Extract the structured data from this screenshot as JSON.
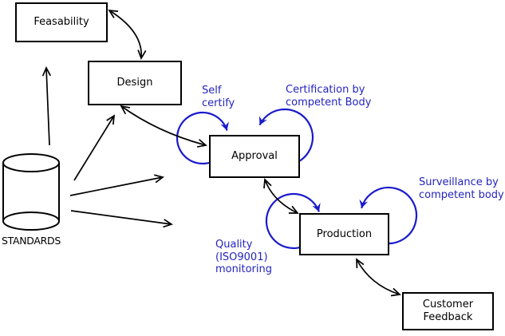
{
  "diagram": {
    "title": "Product lifecycle standards diagram",
    "colors": {
      "line": "#000000",
      "annotation_blue": "#2424bd",
      "loop_blue": "#1a1acc",
      "background": "#ffffff"
    },
    "nodes": {
      "feasability": {
        "label": "Feasability"
      },
      "design": {
        "label": "Design"
      },
      "approval": {
        "label": "Approval"
      },
      "production": {
        "label": "Production"
      },
      "customer_feedback": {
        "lines": [
          "Customer",
          "Feedback"
        ]
      },
      "standards": {
        "label": "STANDARDS",
        "shape": "cylinder"
      }
    },
    "annotations": {
      "self_certify": {
        "lines": [
          "Self",
          "certify"
        ]
      },
      "certification": {
        "lines": [
          "Certification by",
          "competent Body"
        ]
      },
      "surveillance": {
        "lines": [
          "Surveillance by",
          "competent body"
        ]
      },
      "quality": {
        "lines": [
          "Quality",
          "(ISO9001)",
          "monitoring"
        ]
      }
    },
    "edges": [
      {
        "from": "standards",
        "to": "feasability",
        "style": "single-arrow"
      },
      {
        "from": "standards",
        "to": "design",
        "style": "single-arrow"
      },
      {
        "from": "standards",
        "to": "approval",
        "style": "single-arrow"
      },
      {
        "from": "standards",
        "to": "production",
        "style": "single-arrow"
      },
      {
        "from": "feasability",
        "to": "design",
        "style": "double-arrow"
      },
      {
        "from": "design",
        "to": "approval",
        "style": "double-arrow"
      },
      {
        "from": "approval",
        "to": "production",
        "style": "double-arrow"
      },
      {
        "from": "production",
        "to": "customer_feedback",
        "style": "double-arrow"
      },
      {
        "from": "approval",
        "to": "approval",
        "style": "blue-loop",
        "label": "Self certify"
      },
      {
        "from": "approval",
        "to": "approval",
        "style": "blue-loop",
        "label": "Certification by competent Body"
      },
      {
        "from": "production",
        "to": "production",
        "style": "blue-loop",
        "label": "Quality (ISO9001) monitoring"
      },
      {
        "from": "production",
        "to": "production",
        "style": "blue-loop",
        "label": "Surveillance by competent body"
      }
    ]
  }
}
